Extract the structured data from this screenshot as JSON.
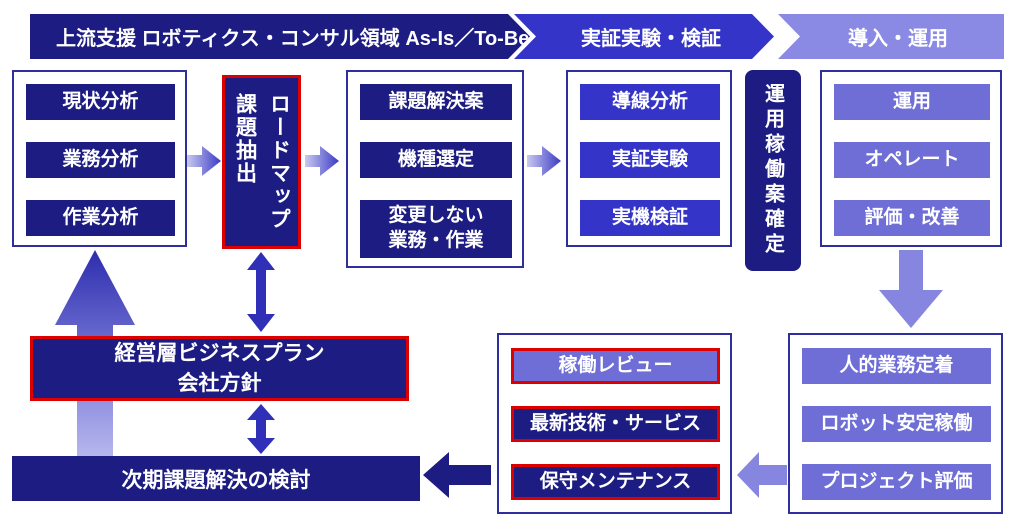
{
  "phase_banner": {
    "phase1": "上流支援 ロボティクス・コンサル領域 As-Is／To-Be",
    "phase2": "実証実験・検証",
    "phase3": "導入・運用"
  },
  "analysis_group": {
    "item1": "現状分析",
    "item2": "業務分析",
    "item3": "作業分析"
  },
  "roadmap_box": {
    "label": "ロードマップ\n課題抽出"
  },
  "solution_group": {
    "item1": "課題解決案",
    "item2": "機種選定",
    "item3": "変更しない\n業務・作業"
  },
  "poc_group": {
    "item1": "導線分析",
    "item2": "実証実験",
    "item3": "実機検証"
  },
  "operation_plan_box": {
    "label": "運用稼働案確定"
  },
  "operation_group": {
    "item1": "運用",
    "item2": "オペレート",
    "item3": "評価・改善"
  },
  "establishment_group": {
    "item1": "人的業務定着",
    "item2": "ロボット安定稼働",
    "item3": "プロジェクト評価"
  },
  "maintenance_group": {
    "item1": "稼働レビュー",
    "item2": "最新技術・サービス",
    "item3": "保守メンテナンス"
  },
  "business_plan_box": {
    "label": "経営層ビジネスプラン\n会社方針"
  },
  "next_issue_bar": {
    "label": "次期課題解決の検討"
  },
  "colors": {
    "navy": "#1c1c82",
    "blue": "#3434c8",
    "periwinkle": "#6e6ed6",
    "light_periwinkle": "#8a8ae4",
    "arrow_blue": "#2f2fb8",
    "red": "#dd0000"
  }
}
